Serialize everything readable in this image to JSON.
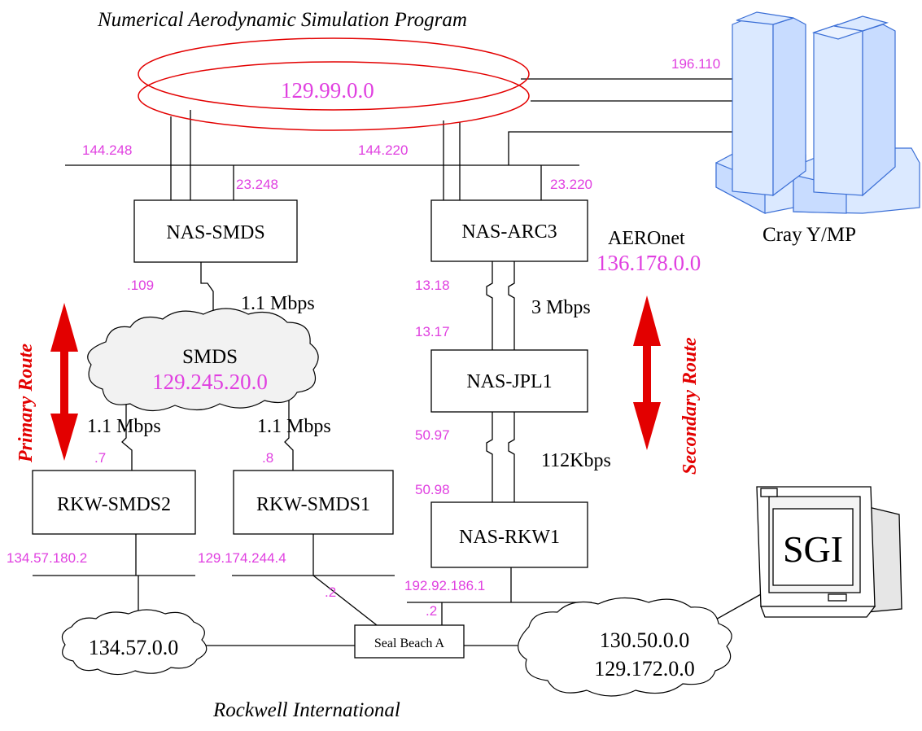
{
  "titles": {
    "top": "Numerical Aerodynamic Simulation Program",
    "bottom": "Rockwell International"
  },
  "networks": {
    "nas_ring": "129.99.0.0",
    "aeronet_name": "AEROnet",
    "aeronet_addr": "136.178.0.0",
    "smds_name": "SMDS",
    "smds_addr": "129.245.20.0",
    "rw_cloud_left": "134.57.0.0",
    "rw_cloud_right_1": "130.50.0.0",
    "rw_cloud_right_2": "129.172.0.0"
  },
  "routers": {
    "nas_smds": "NAS-SMDS",
    "nas_arc3": "NAS-ARC3",
    "nas_jpl1": "NAS-JPL1",
    "nas_rkw1": "NAS-RKW1",
    "rkw_smds2": "RKW-SMDS2",
    "rkw_smds1": "RKW-SMDS1",
    "seal_beach": "Seal Beach A"
  },
  "hosts": {
    "cray": "Cray Y/MP",
    "sgi": "SGI"
  },
  "links": {
    "smds_up": "1.1 Mbps",
    "smds_left": "1.1 Mbps",
    "smds_right": "1.1 Mbps",
    "arc_jpl": "3 Mbps",
    "jpl_rkw": "112Kbps"
  },
  "addresses": {
    "cray_link": "196.110",
    "lan_left": "144.248",
    "lan_right": "144.220",
    "smds_lan": "23.248",
    "arc_lan": "23.220",
    "smds_if": ".109",
    "arc_if": "13.18",
    "jpl_if_up": "13.17",
    "jpl_if_down": "50.97",
    "rkw1_if": "50.98",
    "rkw2_if": ".7",
    "rkw1s_if": ".8",
    "rkw2_lan": "134.57.180.2",
    "rkw1s_lan": "129.174.244.4",
    "seal_if_left": ".2",
    "rkw1_lan": "192.92.186.1",
    "seal_if_right": ".2"
  },
  "routes": {
    "primary": "Primary Route",
    "secondary": "Secondary Route"
  },
  "colors": {
    "address_text": "#e040e0",
    "route_arrow": "#e30000",
    "ring": "#e30000",
    "cray_fill": "#dbe9ff",
    "cray_stroke": "#3b6fd6",
    "cloud_fill": "#f2f2f2"
  }
}
